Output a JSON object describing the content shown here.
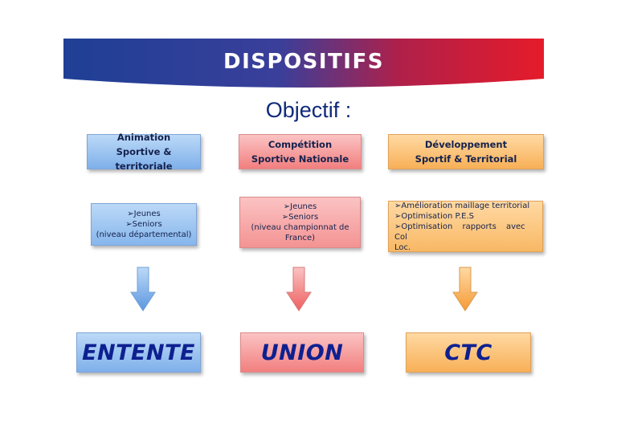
{
  "banner": {
    "title": "DISPOSITIFS"
  },
  "subtitle": "Objectif :",
  "columns": [
    {
      "header": [
        "Animation",
        "Sportive & territoriale"
      ],
      "details": [
        "➢Jeunes",
        "➢Seniors",
        "(niveau départemental)"
      ],
      "result": "ENTENTE",
      "color": "#7fb0ea"
    },
    {
      "header": [
        "Compétition",
        "Sportive Nationale"
      ],
      "details": [
        "➢Jeunes",
        "➢Seniors",
        "(niveau championnat de",
        "France)"
      ],
      "result": "UNION",
      "color": "#f27f7f"
    },
    {
      "header": [
        "Développement",
        "Sportif & Territorial"
      ],
      "details": [
        "➢Amélioration maillage territorial",
        "➢Optimisation P.E.S",
        "➢Optimisation rapports avec Col",
        "Loc."
      ],
      "result": "CTC",
      "color": "#f8b057"
    }
  ],
  "colors": {
    "banner_left": "#1a3a8f",
    "banner_right": "#e3192b",
    "text_dark": "#0f2a7a"
  }
}
